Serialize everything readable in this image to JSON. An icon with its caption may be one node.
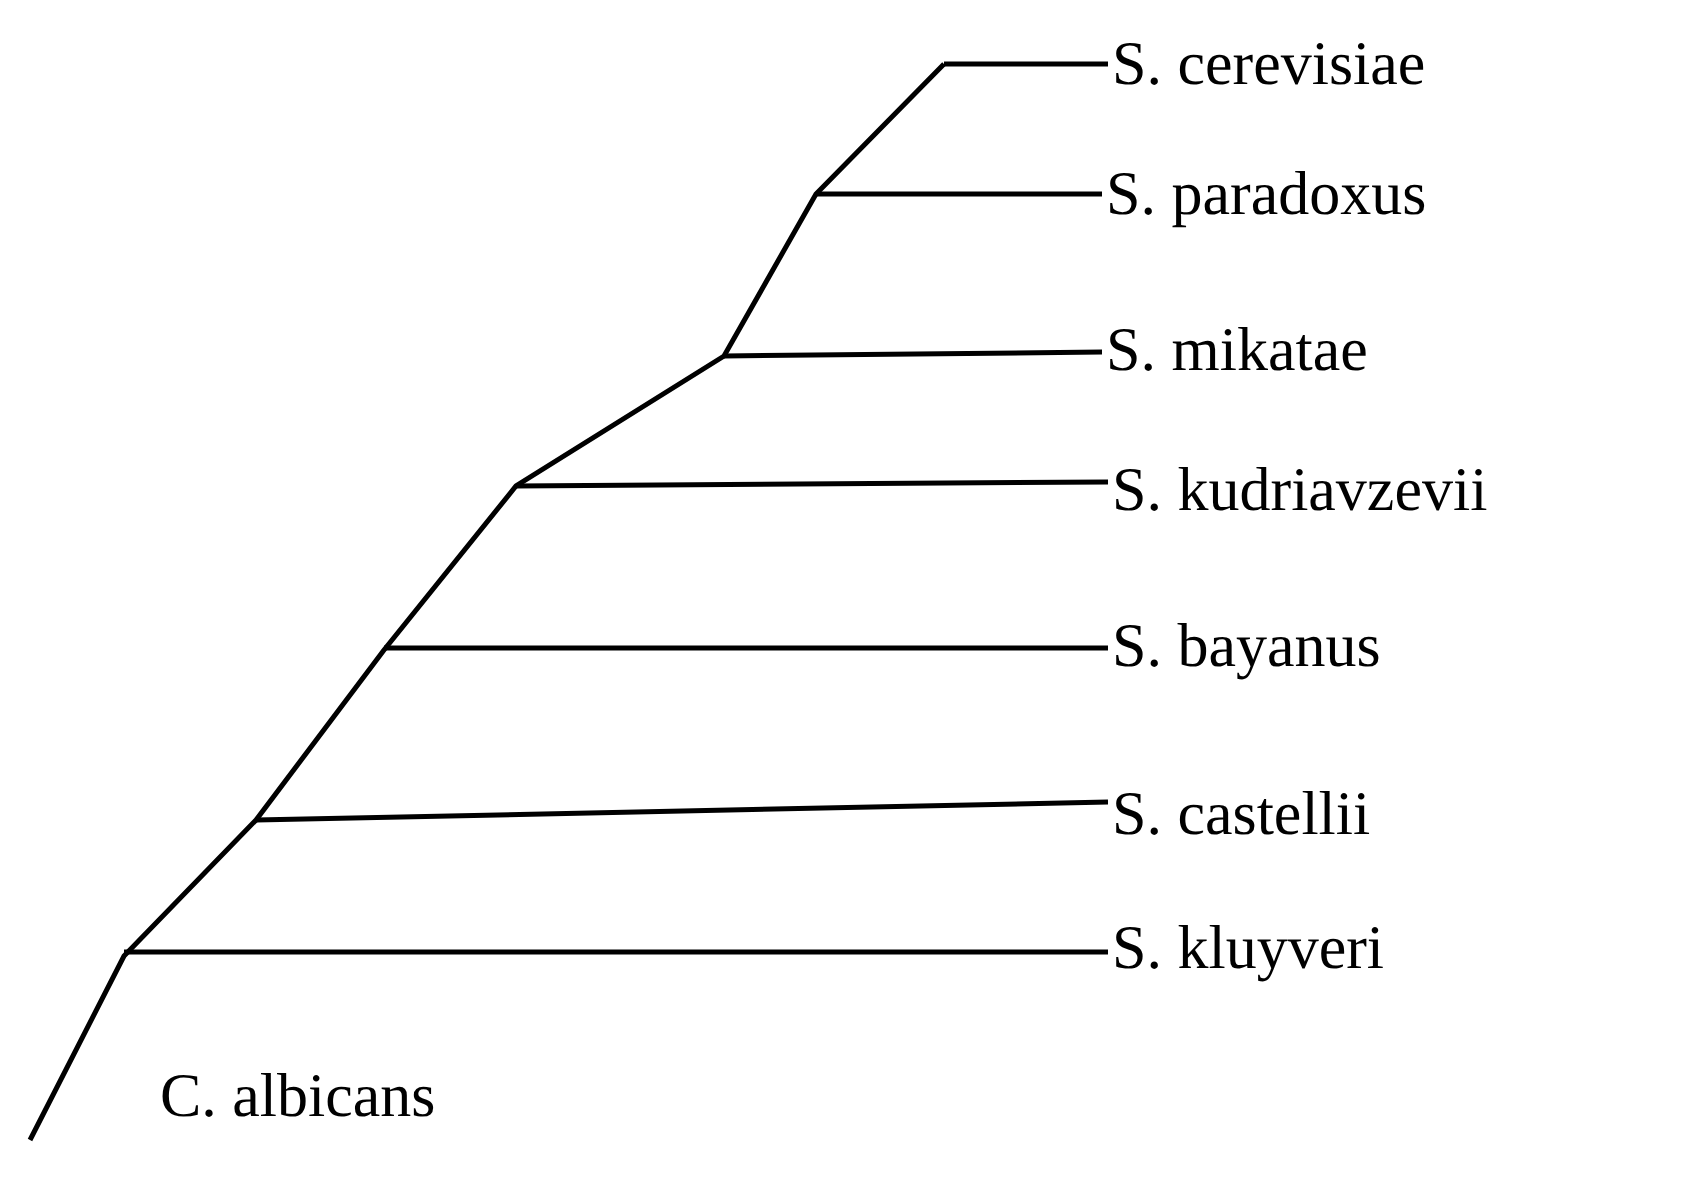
{
  "diagram": {
    "nodes": [
      {
        "text": [
          "S. cerevisiae"
        ]
      },
      {
        "text": [
          "S. paradoxus"
        ]
      },
      {
        "text": [
          "S. mikatae"
        ]
      },
      {
        "text": [
          "S. kudriavzevii"
        ]
      },
      {
        "text": [
          "S. bayanus"
        ]
      },
      {
        "text": [
          "S. castellii"
        ]
      },
      {
        "text": [
          "S. kluyveri"
        ]
      },
      {
        "text": [
          "C. albicans"
        ]
      }
    ],
    "edges": [
      {
        "from": null,
        "to": 0,
        "arrow": "none"
      },
      {
        "from": null,
        "to": 1,
        "arrow": "none"
      },
      {
        "from": null,
        "to": 2,
        "arrow": "none"
      },
      {
        "from": null,
        "to": 3,
        "arrow": "none"
      },
      {
        "from": null,
        "to": 4,
        "arrow": "none"
      },
      {
        "from": null,
        "to": 5,
        "arrow": "none"
      },
      {
        "from": null,
        "to": 6,
        "arrow": "none"
      }
    ]
  }
}
